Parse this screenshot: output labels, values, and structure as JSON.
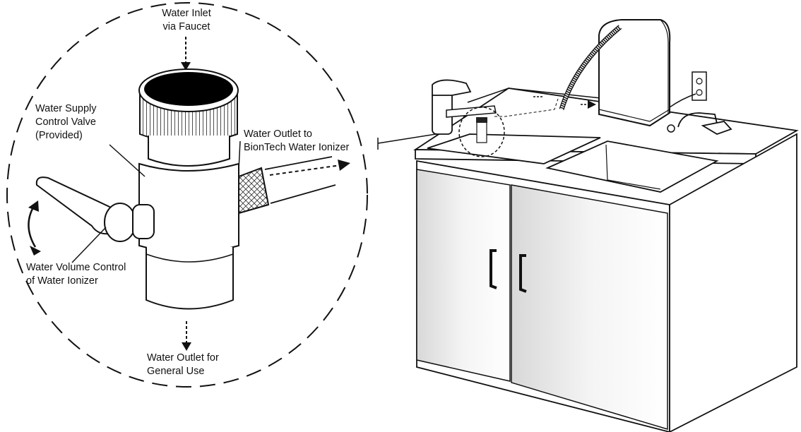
{
  "labels": {
    "inlet_line1": "Water Inlet",
    "inlet_line2": "via Faucet",
    "supply_line1": "Water Supply",
    "supply_line2": "Control Valve",
    "supply_line3": "(Provided)",
    "outlet_ionizer_line1": "Water Outlet to",
    "outlet_ionizer_line2": "BionTech Water Ionizer",
    "volume_line1": "Water Volume Control",
    "volume_line2": "of Water Ionizer",
    "general_line1": "Water Outlet for",
    "general_line2": "General Use"
  },
  "colors": {
    "line": "#111111",
    "fill": "#ffffff",
    "shade": "#d8d8d8"
  }
}
